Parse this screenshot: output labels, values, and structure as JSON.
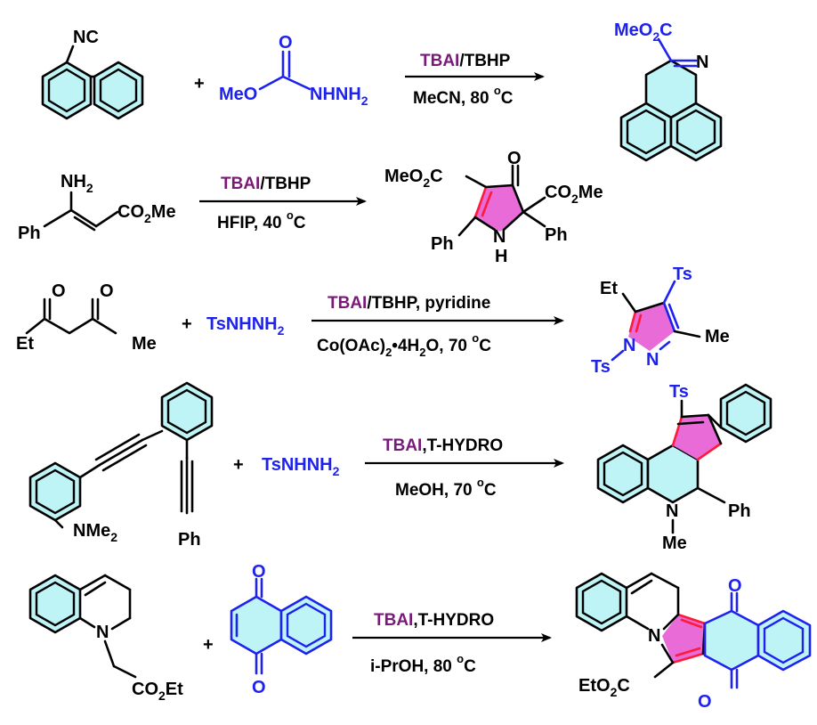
{
  "reactions": [
    {
      "reactant1": {
        "label_nc": "NC"
      },
      "plus": "+",
      "reactant2": {
        "label_meo": "MeO",
        "label_o": "O",
        "label_nh": "NHNH",
        "label_sub": "2"
      },
      "reagent": {
        "catalyst": "TBAI",
        "oxidant": "/TBHP"
      },
      "conditions": {
        "solvent": "MeCN, 80 ",
        "deg": "o",
        "unit": "C"
      },
      "product": {
        "label_ester": "MeO",
        "sub2": "2",
        "label_c": "C",
        "label_n": "N"
      }
    },
    {
      "reactant1": {
        "label_nh2": "NH",
        "sub2": "2",
        "label_ph": "Ph",
        "label_ester": "CO",
        "sub2b": "2",
        "label_me": "Me"
      },
      "reagent": {
        "catalyst": "TBAI",
        "oxidant": "/TBHP"
      },
      "conditions": {
        "solvent": "HFIP, 40 ",
        "deg": "o",
        "unit": "C"
      },
      "product": {
        "label_ester1": "MeO",
        "sub1": "2",
        "label_c1": "C",
        "label_o": "O",
        "label_ester2": "CO",
        "sub2": "2",
        "label_me": "Me",
        "label_ph1": "Ph",
        "label_ph2": "Ph",
        "label_n": "N",
        "label_h": "H"
      }
    },
    {
      "reactant1": {
        "label_o1": "O",
        "label_o2": "O",
        "label_et": "Et",
        "label_me": "Me"
      },
      "plus": "+",
      "reactant2": {
        "label": "TsNHNH",
        "sub": "2"
      },
      "reagent": {
        "catalyst": "TBAI",
        "oxidant": "/TBHP,  pyridine"
      },
      "conditions": {
        "text1": "Co(OAc)",
        "sub": "2",
        "text2": "•4H",
        "sub2": "2",
        "text3": "O, 70 ",
        "deg": "o",
        "unit": "C"
      },
      "product": {
        "label_ts1": "Ts",
        "label_et": "Et",
        "label_me": "Me",
        "label_ts2": "Ts",
        "label_n1": "N",
        "label_n2": "N",
        "label_dash": "–"
      }
    },
    {
      "reactant1": {
        "label_nme": "NMe",
        "sub": "2",
        "label_ph": "Ph"
      },
      "plus": "+",
      "reactant2": {
        "label": "TsNHNH",
        "sub": "2"
      },
      "reagent": {
        "catalyst": "TBAI",
        "oxidant": ",T-HYDRO"
      },
      "conditions": {
        "solvent": "MeOH, 70 ",
        "deg": "o",
        "unit": "C"
      },
      "product": {
        "label_ts": "Ts",
        "label_n": "N",
        "label_me": "Me",
        "label_ph": "Ph"
      }
    },
    {
      "reactant1": {
        "label_n": "N",
        "label_ester": "CO",
        "sub": "2",
        "label_et": "Et"
      },
      "plus": "+",
      "reactant2": {
        "label_o1": "O",
        "label_o2": "O"
      },
      "reagent": {
        "catalyst": "TBAI",
        "oxidant": ",T-HYDRO"
      },
      "conditions": {
        "solvent": "i-PrOH, 80 ",
        "deg": "o",
        "unit": "C"
      },
      "product": {
        "label_n": "N",
        "label_o1": "O",
        "label_o2": "O",
        "label_ester": "EtO",
        "sub": "2",
        "label_c": "C"
      }
    }
  ],
  "colors": {
    "ring_fill": "#bff4f6",
    "five_ring_fill": "#e86bd8",
    "blue": "#1e22ee",
    "red_bond": "#ff1a3a",
    "reagent_purple": "#7a1a78"
  }
}
